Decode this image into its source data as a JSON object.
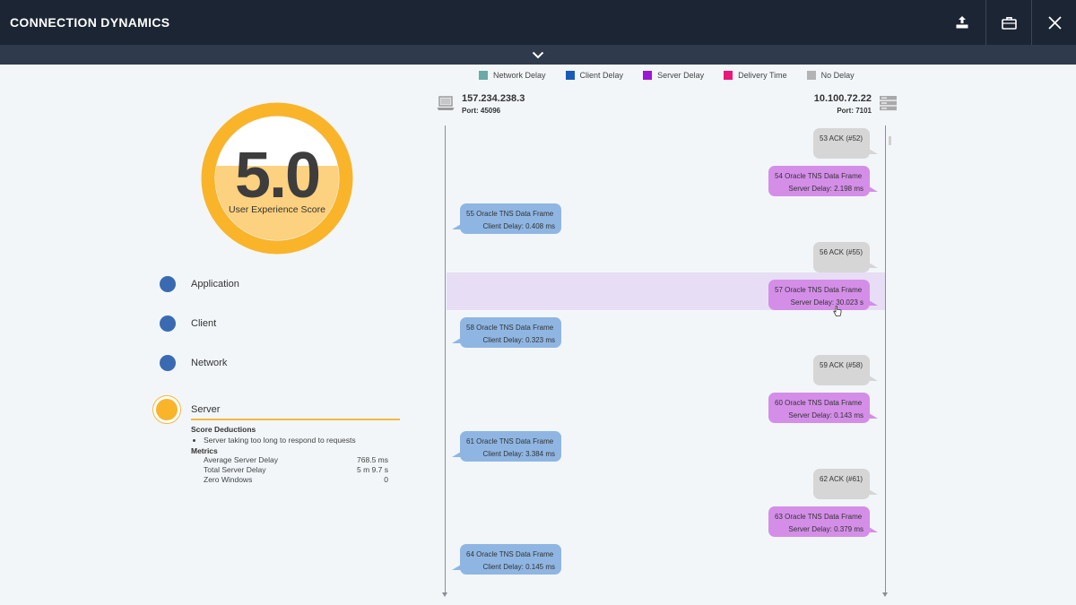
{
  "window": {
    "title": "CONNECTION DYNAMICS"
  },
  "toolbar": {
    "export_icon": "export-icon",
    "briefcase_icon": "briefcase-icon",
    "close_icon": "close-icon",
    "collapse_icon": "chevron-down-icon"
  },
  "legend": [
    {
      "label": "Network Delay",
      "color": "#6aaaa7"
    },
    {
      "label": "Client Delay",
      "color": "#1a5bb8"
    },
    {
      "label": "Server Delay",
      "color": "#9b17d6"
    },
    {
      "label": "Delivery Time",
      "color": "#e8197a"
    },
    {
      "label": "No Delay",
      "color": "#b3b3b3"
    }
  ],
  "score": {
    "value": "5.0",
    "label": "User Experience Score",
    "fill_fraction": 0.5,
    "ring_color": "#f9b42a",
    "fill_color": "#fcd17f"
  },
  "categories": [
    {
      "label": "Application",
      "color": "#3a6bb2"
    },
    {
      "label": "Client",
      "color": "#3a6bb2"
    },
    {
      "label": "Network",
      "color": "#3a6bb2"
    }
  ],
  "server": {
    "label": "Server",
    "color": "#f9b42a",
    "deductions_header": "Score Deductions",
    "deductions": [
      "Server taking too long to respond to requests"
    ],
    "metrics_header": "Metrics",
    "metrics": [
      {
        "name": "Average Server Delay",
        "value": "768.5 ms"
      },
      {
        "name": "Total Server Delay",
        "value": "5 m 9.7 s"
      },
      {
        "name": "Zero Windows",
        "value": "0"
      }
    ]
  },
  "client_host": {
    "ip": "157.234.238.3",
    "port": "Port: 45096"
  },
  "server_host": {
    "ip": "10.100.72.22",
    "port": "Port: 7101"
  },
  "packets": [
    {
      "id": "53",
      "name": "ACK (#52)",
      "delay": "",
      "dir": "server",
      "kind": "ack"
    },
    {
      "id": "54",
      "name": "Oracle TNS Data Frame",
      "delay": "Server Delay:  2.198 ms",
      "dir": "server",
      "kind": "server"
    },
    {
      "id": "55",
      "name": "Oracle TNS Data Frame",
      "delay": "Client Delay:  0.408 ms",
      "dir": "client",
      "kind": "client"
    },
    {
      "id": "56",
      "name": "ACK (#55)",
      "delay": "",
      "dir": "server",
      "kind": "ack"
    },
    {
      "id": "57",
      "name": "Oracle TNS Data Frame",
      "delay": "Server Delay:  30.023 s",
      "dir": "server",
      "kind": "server",
      "selected": true
    },
    {
      "id": "58",
      "name": "Oracle TNS Data Frame",
      "delay": "Client Delay:  0.323 ms",
      "dir": "client",
      "kind": "client"
    },
    {
      "id": "59",
      "name": "ACK (#58)",
      "delay": "",
      "dir": "server",
      "kind": "ack"
    },
    {
      "id": "60",
      "name": "Oracle TNS Data Frame",
      "delay": "Server Delay:  0.143 ms",
      "dir": "server",
      "kind": "server"
    },
    {
      "id": "61",
      "name": "Oracle TNS Data Frame",
      "delay": "Client Delay:  3.384 ms",
      "dir": "client",
      "kind": "client"
    },
    {
      "id": "62",
      "name": "ACK (#61)",
      "delay": "",
      "dir": "server",
      "kind": "ack"
    },
    {
      "id": "63",
      "name": "Oracle TNS Data Frame",
      "delay": "Server Delay:  0.379 ms",
      "dir": "server",
      "kind": "server"
    },
    {
      "id": "64",
      "name": "Oracle TNS Data Frame",
      "delay": "Client Delay:  0.145 ms",
      "dir": "client",
      "kind": "client"
    }
  ]
}
